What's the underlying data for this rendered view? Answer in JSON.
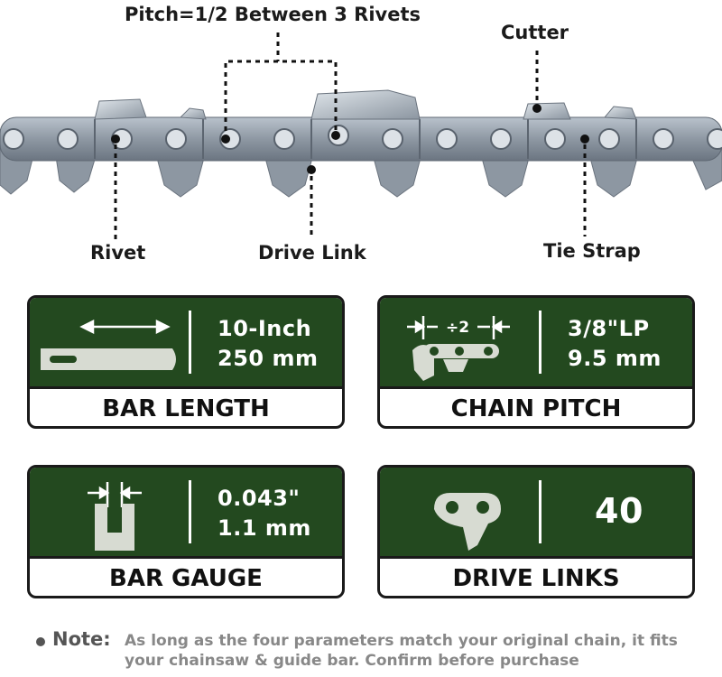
{
  "diagram": {
    "pitch_label": "Pitch=1/2 Between 3 Rivets",
    "cutter_label": "Cutter",
    "rivet_label": "Rivet",
    "drive_link_label": "Drive Link",
    "tie_strap_label": "Tie Strap"
  },
  "cards": {
    "bar_length": {
      "line1": "10-Inch",
      "line2": "250 mm",
      "label": "BAR LENGTH",
      "icon": "chainsaw-bar-icon"
    },
    "chain_pitch": {
      "line1": "3/8\"LP",
      "line2": "9.5 mm",
      "label": "CHAIN PITCH",
      "icon": "pitch-measure-icon",
      "icon_text": "÷2"
    },
    "bar_gauge": {
      "line1": "0.043\"",
      "line2": "1.1 mm",
      "label": "BAR GAUGE",
      "icon": "gauge-groove-icon"
    },
    "drive_links": {
      "value": "40",
      "label": "DRIVE LINKS",
      "icon": "drive-link-icon"
    }
  },
  "note": {
    "label": "Note:",
    "text": "As long as the four parameters match your original chain, it fits your chainsaw & guide bar. Confirm before purchase"
  },
  "colors": {
    "card_green": "#23491f",
    "chain_steel": "#8f9aa6",
    "text_dark": "#111111",
    "note_gray": "#888888"
  }
}
